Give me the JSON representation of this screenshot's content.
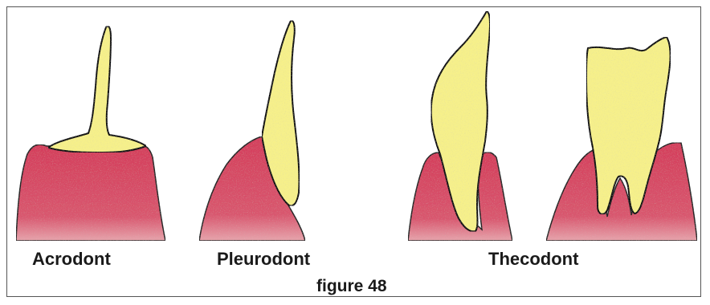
{
  "figure": {
    "labels": {
      "acrodont": "Acrodont",
      "pleurodont": "Pleurodont",
      "thecodont": "Thecodont"
    },
    "caption": "figure 48"
  },
  "colors": {
    "bone": "#d7435f",
    "bone_light": "#e8a0a8",
    "tooth": "#f6f08a",
    "outline": "#111111",
    "frame": "#555555"
  }
}
